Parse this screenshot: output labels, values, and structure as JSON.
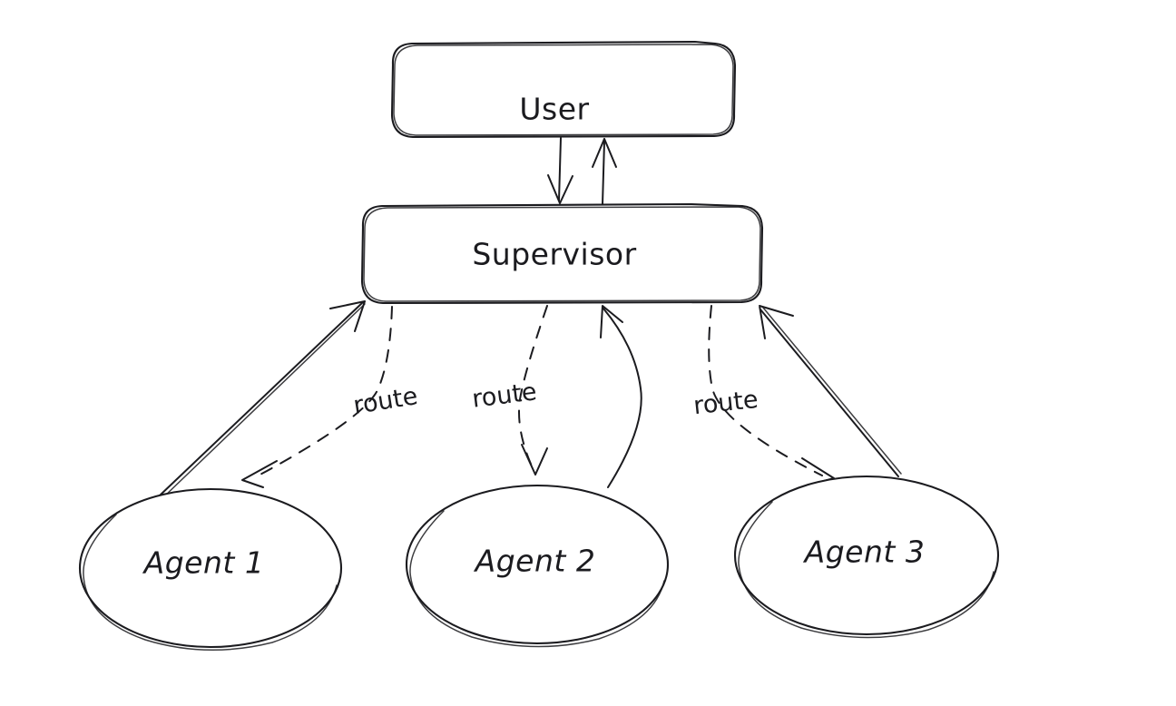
{
  "diagram": {
    "title": "Supervisor multi-agent routing diagram",
    "style": "hand-drawn sketch",
    "background_color": "#ffffff",
    "stroke_color": "#1b1b1f",
    "nodes": [
      {
        "id": "user",
        "label": "User",
        "shape": "rounded-rectangle"
      },
      {
        "id": "supervisor",
        "label": "Supervisor",
        "shape": "rounded-rectangle"
      },
      {
        "id": "agent1",
        "label": "Agent 1",
        "shape": "ellipse"
      },
      {
        "id": "agent2",
        "label": "Agent 2",
        "shape": "ellipse"
      },
      {
        "id": "agent3",
        "label": "Agent 3",
        "shape": "ellipse"
      }
    ],
    "edges": [
      {
        "id": "user-to-supervisor",
        "from": "user",
        "to": "supervisor",
        "style": "solid",
        "label": ""
      },
      {
        "id": "supervisor-to-user",
        "from": "supervisor",
        "to": "user",
        "style": "solid",
        "label": ""
      },
      {
        "id": "supervisor-to-agent1",
        "from": "supervisor",
        "to": "agent1",
        "style": "dashed",
        "label": "route"
      },
      {
        "id": "agent1-to-supervisor",
        "from": "agent1",
        "to": "supervisor",
        "style": "solid",
        "label": ""
      },
      {
        "id": "supervisor-to-agent2",
        "from": "supervisor",
        "to": "agent2",
        "style": "dashed",
        "label": "route"
      },
      {
        "id": "agent2-to-supervisor",
        "from": "agent2",
        "to": "supervisor",
        "style": "solid",
        "label": ""
      },
      {
        "id": "supervisor-to-agent3",
        "from": "supervisor",
        "to": "agent3",
        "style": "dashed",
        "label": "route"
      },
      {
        "id": "agent3-to-supervisor",
        "from": "agent3",
        "to": "supervisor",
        "style": "solid",
        "label": ""
      }
    ],
    "edge_labels": [
      {
        "id": "route-label-1",
        "text": "route"
      },
      {
        "id": "route-label-2",
        "text": "route"
      },
      {
        "id": "route-label-3",
        "text": "route"
      }
    ]
  }
}
